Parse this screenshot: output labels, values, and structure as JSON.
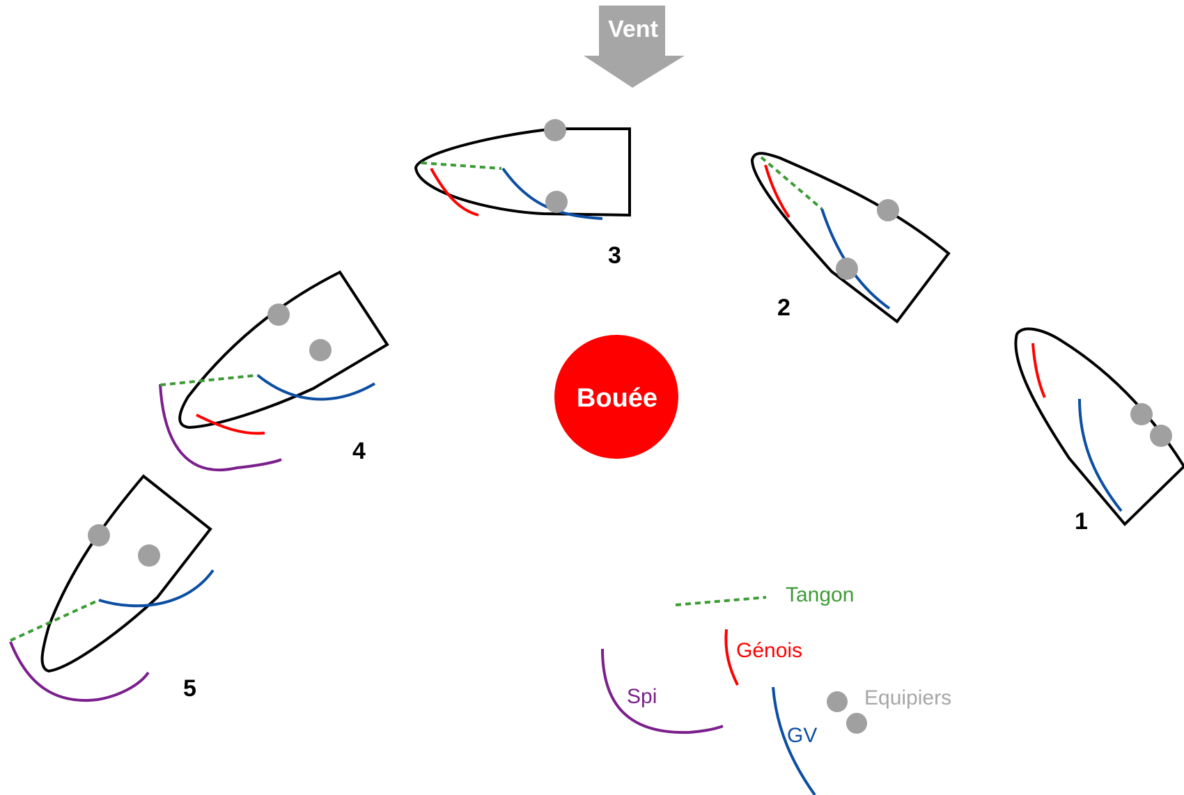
{
  "wind": {
    "label": "Vent",
    "color": "#a6a6a6"
  },
  "buoy": {
    "label": "Bouée",
    "color": "#ff0000"
  },
  "boats": [
    {
      "number": "1"
    },
    {
      "number": "2"
    },
    {
      "number": "3"
    },
    {
      "number": "4"
    },
    {
      "number": "5"
    }
  ],
  "legend": {
    "tangon": {
      "label": "Tangon",
      "color": "#3d9b35"
    },
    "genois": {
      "label": "Génois",
      "color": "#ff0000"
    },
    "spi": {
      "label": "Spi",
      "color": "#7b1f8c"
    },
    "gv": {
      "label": "GV",
      "color": "#0b4ea2"
    },
    "equipiers": {
      "label": "Equipiers",
      "color": "#a6a6a6"
    }
  },
  "colors": {
    "hull": "#000000",
    "crew": "#a0a0a0"
  }
}
